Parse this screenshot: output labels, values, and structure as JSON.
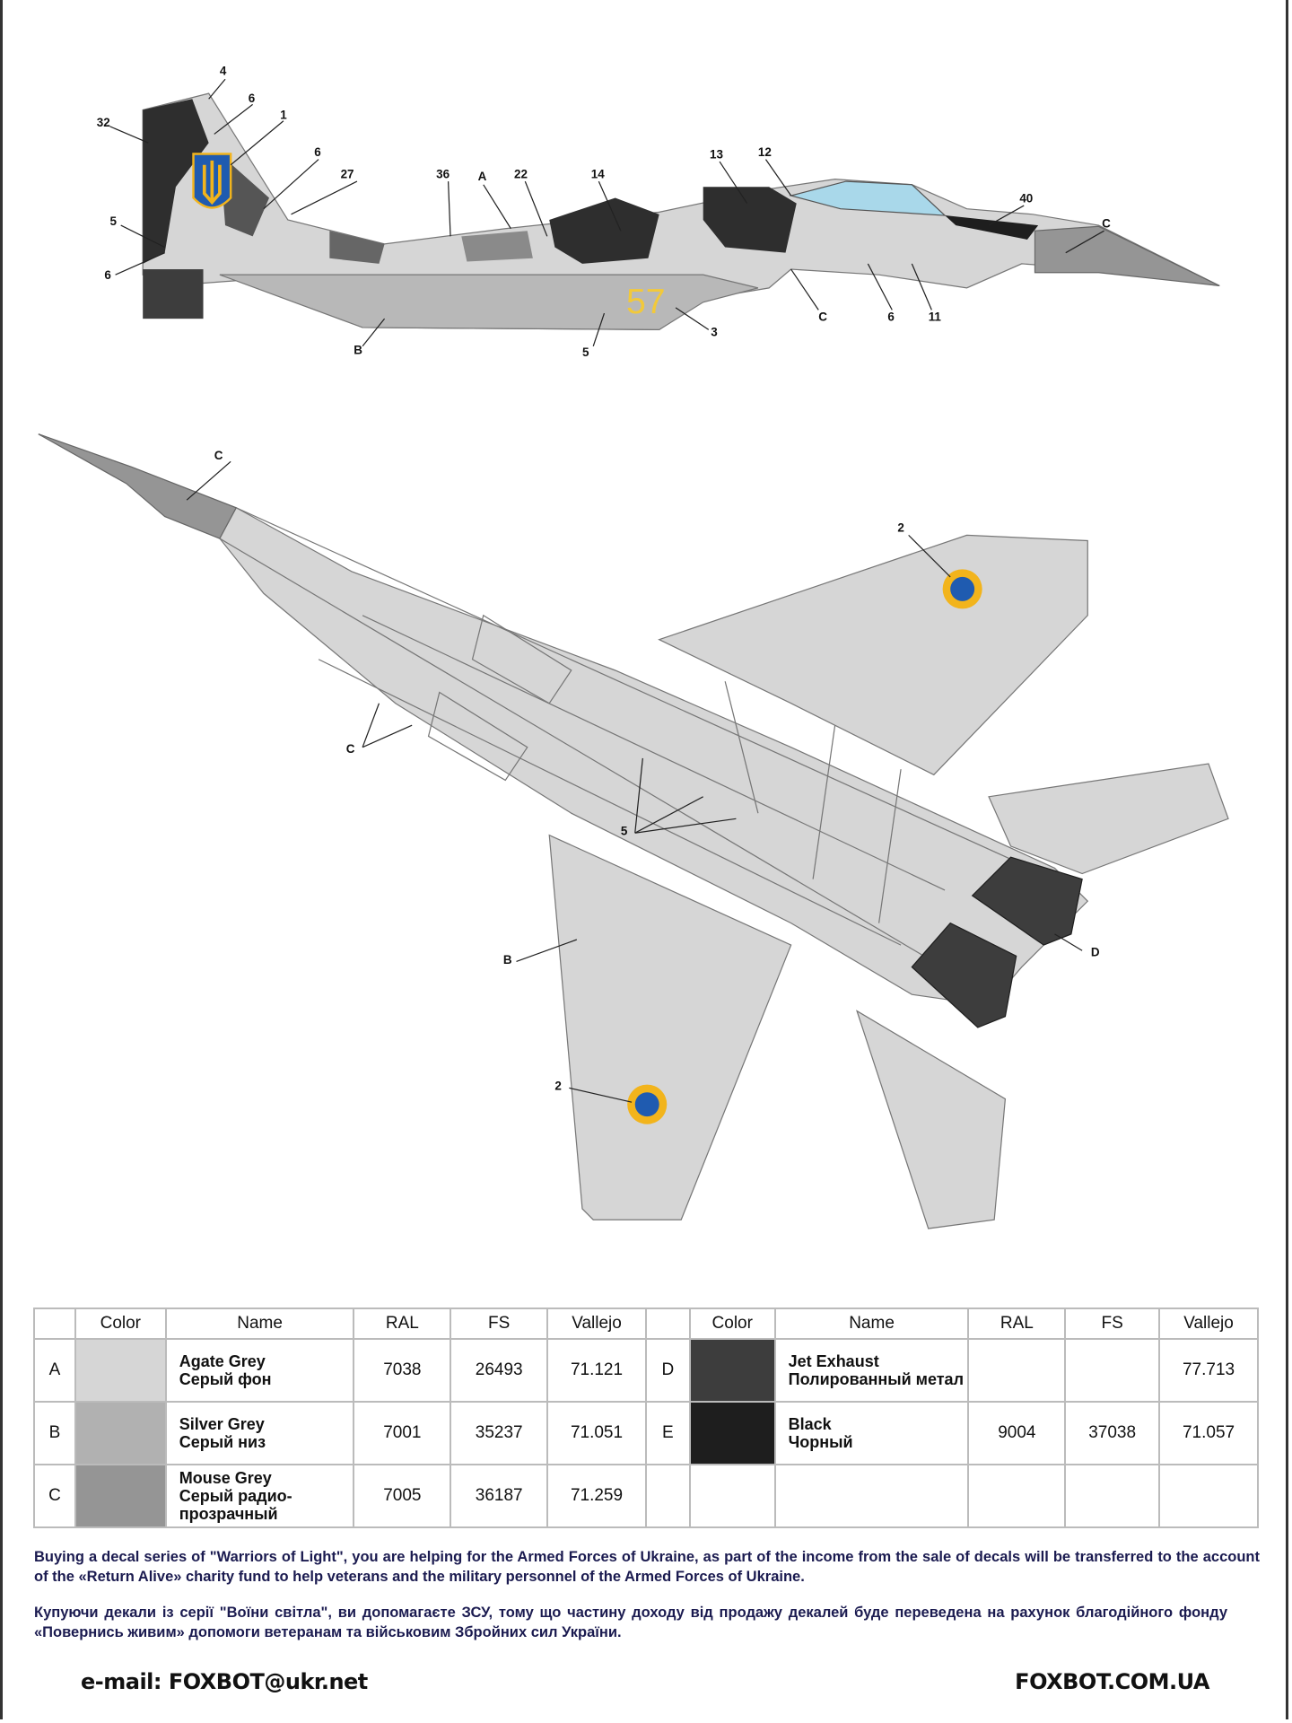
{
  "colors": {
    "agate_grey": "#d6d6d6",
    "silver_grey": "#b1b1b1",
    "mouse_grey": "#959595",
    "jet_exhaust": "#3d3d3d",
    "black": "#1e1e1e",
    "roundel_blue": "#1f5bb0",
    "roundel_yellow": "#f2b41c",
    "canopy": "#a9d8ea",
    "text_navy": "#1b1b50"
  },
  "side_view": {
    "callouts": [
      "4",
      "6",
      "1",
      "32",
      "6",
      "27",
      "36",
      "A",
      "22",
      "14",
      "13",
      "12",
      "40",
      "C",
      "5",
      "6",
      "C",
      "6",
      "11",
      "B",
      "5",
      "3"
    ],
    "tail_number": "57"
  },
  "bottom_view": {
    "callouts": [
      "C",
      "2",
      "C",
      "5",
      "B",
      "D",
      "2"
    ]
  },
  "table": {
    "headers": [
      "",
      "Color",
      "Name",
      "RAL",
      "FS",
      "Vallejo"
    ],
    "left_rows": [
      {
        "code": "A",
        "name_en": "Agate Grey",
        "name_ru": "Серый фон",
        "ral": "7038",
        "fs": "26493",
        "vallejo": "71.121",
        "swatch": "#d6d6d6"
      },
      {
        "code": "B",
        "name_en": "Silver Grey",
        "name_ru": "Серый низ",
        "ral": "7001",
        "fs": "35237",
        "vallejo": "71.051",
        "swatch": "#b1b1b1"
      },
      {
        "code": "C",
        "name_en": "Mouse Grey",
        "name_ru": "Серый радио-прозрачный",
        "ral": "7005",
        "fs": "36187",
        "vallejo": "71.259",
        "swatch": "#959595"
      }
    ],
    "right_rows": [
      {
        "code": "D",
        "name_en": "Jet Exhaust",
        "name_ru": "Полированный метал",
        "ral": "",
        "fs": "",
        "vallejo": "77.713",
        "swatch": "#3d3d3d"
      },
      {
        "code": "E",
        "name_en": "Black",
        "name_ru": "Чорный",
        "ral": "9004",
        "fs": "37038",
        "vallejo": "71.057",
        "swatch": "#1e1e1e"
      }
    ]
  },
  "notes": {
    "english": "Buying a decal series of \"Warriors of Light\", you are helping for the Armed Forces of Ukraine, as part of the income from the sale of decals will be transferred to the account of the «Return Alive» charity fund to help veterans and the military personnel of the Armed Forces of Ukraine.",
    "ukrainian": "Купуючи декали із серії \"Воїни світла\", ви допомагаєте ЗСУ, тому що частину доходу від продажу декалей буде переведена на рахунок благодійного фонду «Повернись живим» допомоги ветеранам та військовим Збройних сил України."
  },
  "footer": {
    "email": "e-mail: FOXBOT@ukr.net",
    "website": "FOXBOT.COM.UA"
  }
}
